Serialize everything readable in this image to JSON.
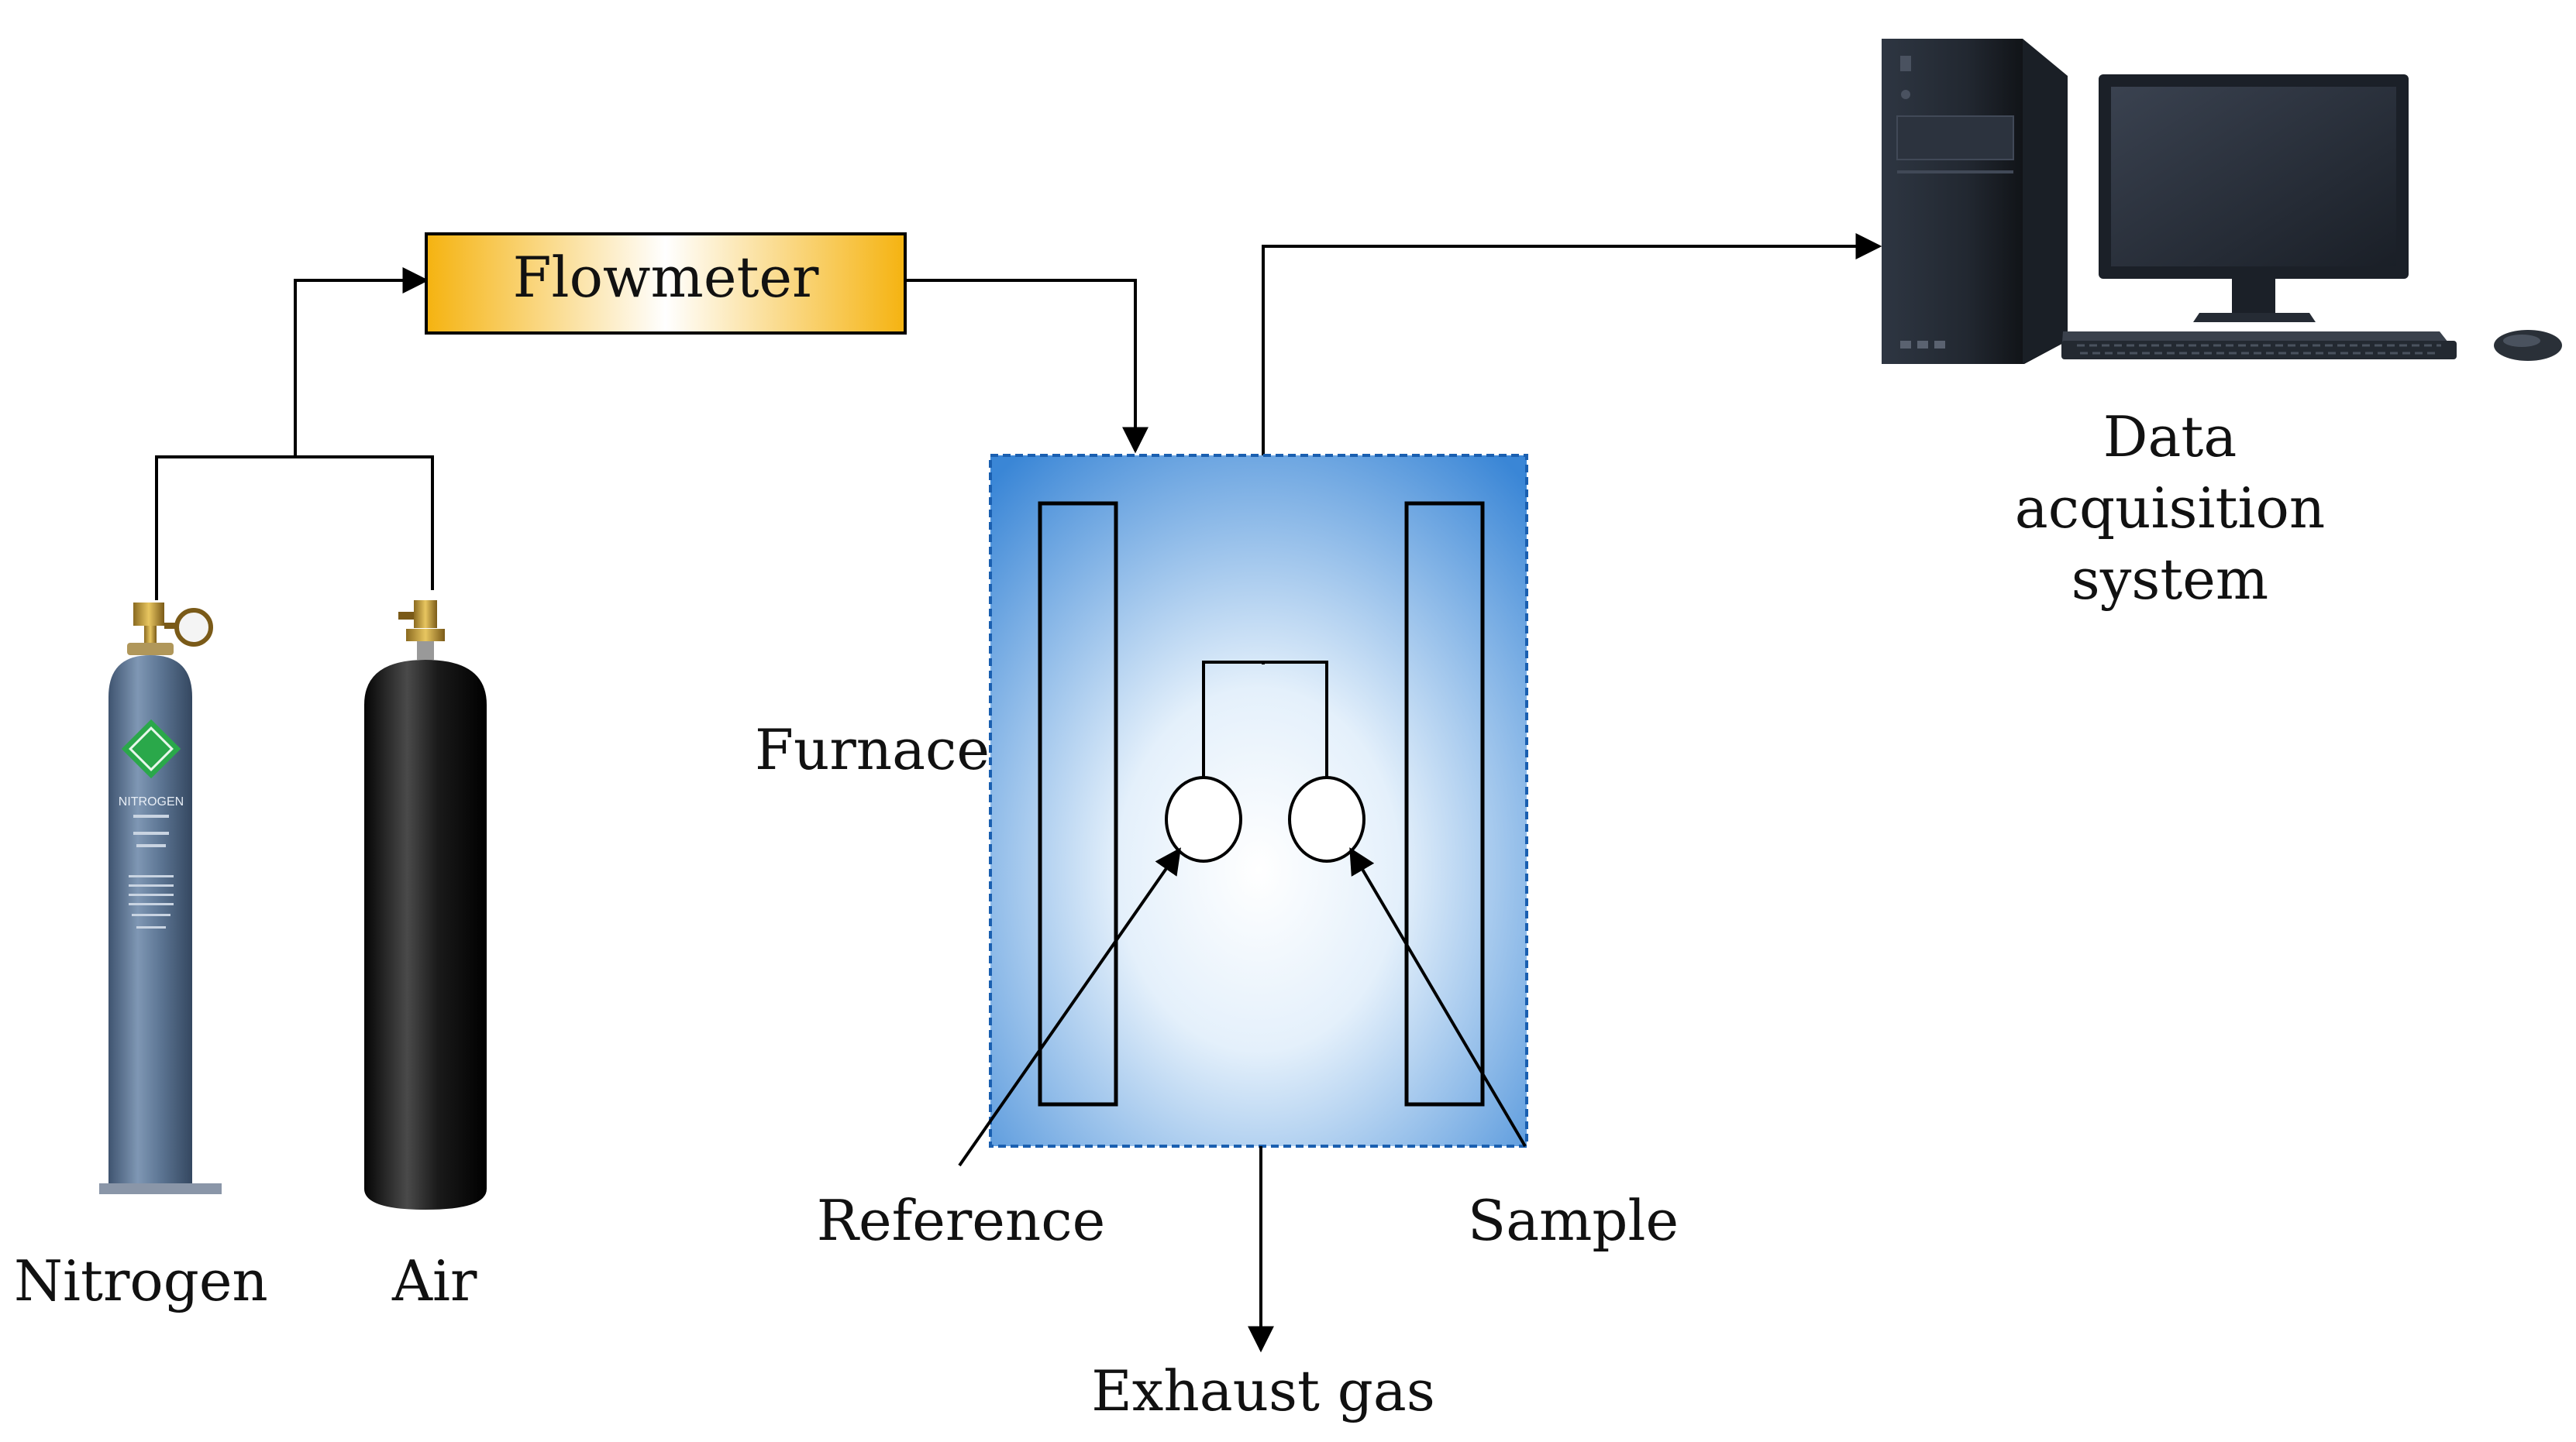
{
  "labels": {
    "flowmeter": "Flowmeter",
    "furnace": "Furnace",
    "reference": "Reference",
    "sample": "Sample",
    "exhaust": "Exhaust gas",
    "nitrogen": "Nitrogen",
    "air": "Air",
    "das_line1": "Data",
    "das_line2": "acquisition",
    "das_line3": "system"
  },
  "cylinder_markings": {
    "nitrogen_label": "NITROGEN"
  },
  "colors": {
    "flowmeter_fill": "#f7b718",
    "furnace_fill": "#3a86d6",
    "nitrogen_cylinder": "#5a7492",
    "air_cylinder": "#1a1a1a",
    "diamond_green": "#2aa84a",
    "computer_body": "#232a34"
  },
  "icons": [
    "nitrogen-cylinder-icon",
    "air-cylinder-icon",
    "computer-tower-icon",
    "monitor-icon",
    "keyboard-icon",
    "mouse-icon"
  ]
}
